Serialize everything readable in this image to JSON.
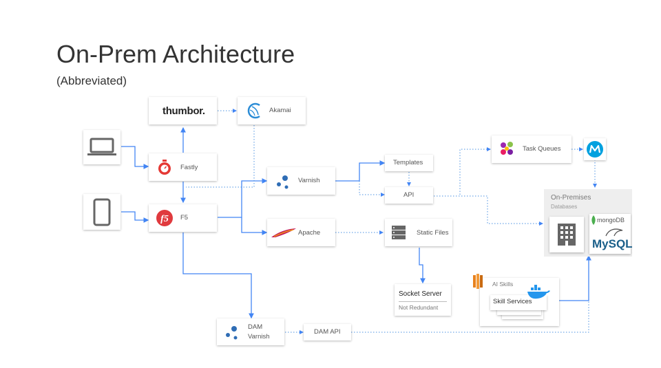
{
  "slide": {
    "title": "On-Prem Architecture",
    "subtitle": "(Abbreviated)"
  },
  "nodes": {
    "thumbor": "thumbor.",
    "akamai": "Akamai",
    "fastly": "Fastly",
    "f5": "F5",
    "varnish": "Varnish",
    "apache": "Apache",
    "templates": "Templates",
    "api": "API",
    "static_files": "Static Files",
    "task_queues": "Task Queues",
    "socket_server": "Socket Server",
    "not_redundant": "Not Redundant",
    "ai_skills": "AI Skills",
    "skill_services": "Skill Services",
    "dam_varnish_line1": "DAM",
    "dam_varnish_line2": "Varnish",
    "dam_api": "DAM API",
    "on_premises": "On-Premises",
    "databases": "Databases",
    "mongodb": "mongoDB",
    "mysql": "MySQL"
  },
  "colors": {
    "wire_solid": "#4285f4",
    "wire_dotted": "#4a90e2",
    "fastly_red": "#e53935",
    "f5_red": "#e03a3e",
    "akamai_blue": "#2b8cd6",
    "varnish_blue": "#2f6db5",
    "aws_orange": "#e8821e",
    "docker_blue": "#2496ed",
    "mulesoft_blue": "#00a1df"
  },
  "icons": [
    "laptop-icon",
    "phone-icon",
    "fastly-stopwatch-icon",
    "f5-logo-icon",
    "akamai-wave-icon",
    "varnish-dots-icon",
    "apache-feather-icon",
    "server-stack-icon",
    "task-queue-icon",
    "mulesoft-icon",
    "building-icon",
    "aws-icon",
    "docker-whale-icon",
    "mongodb-leaf-icon",
    "mysql-dolphin-icon"
  ]
}
